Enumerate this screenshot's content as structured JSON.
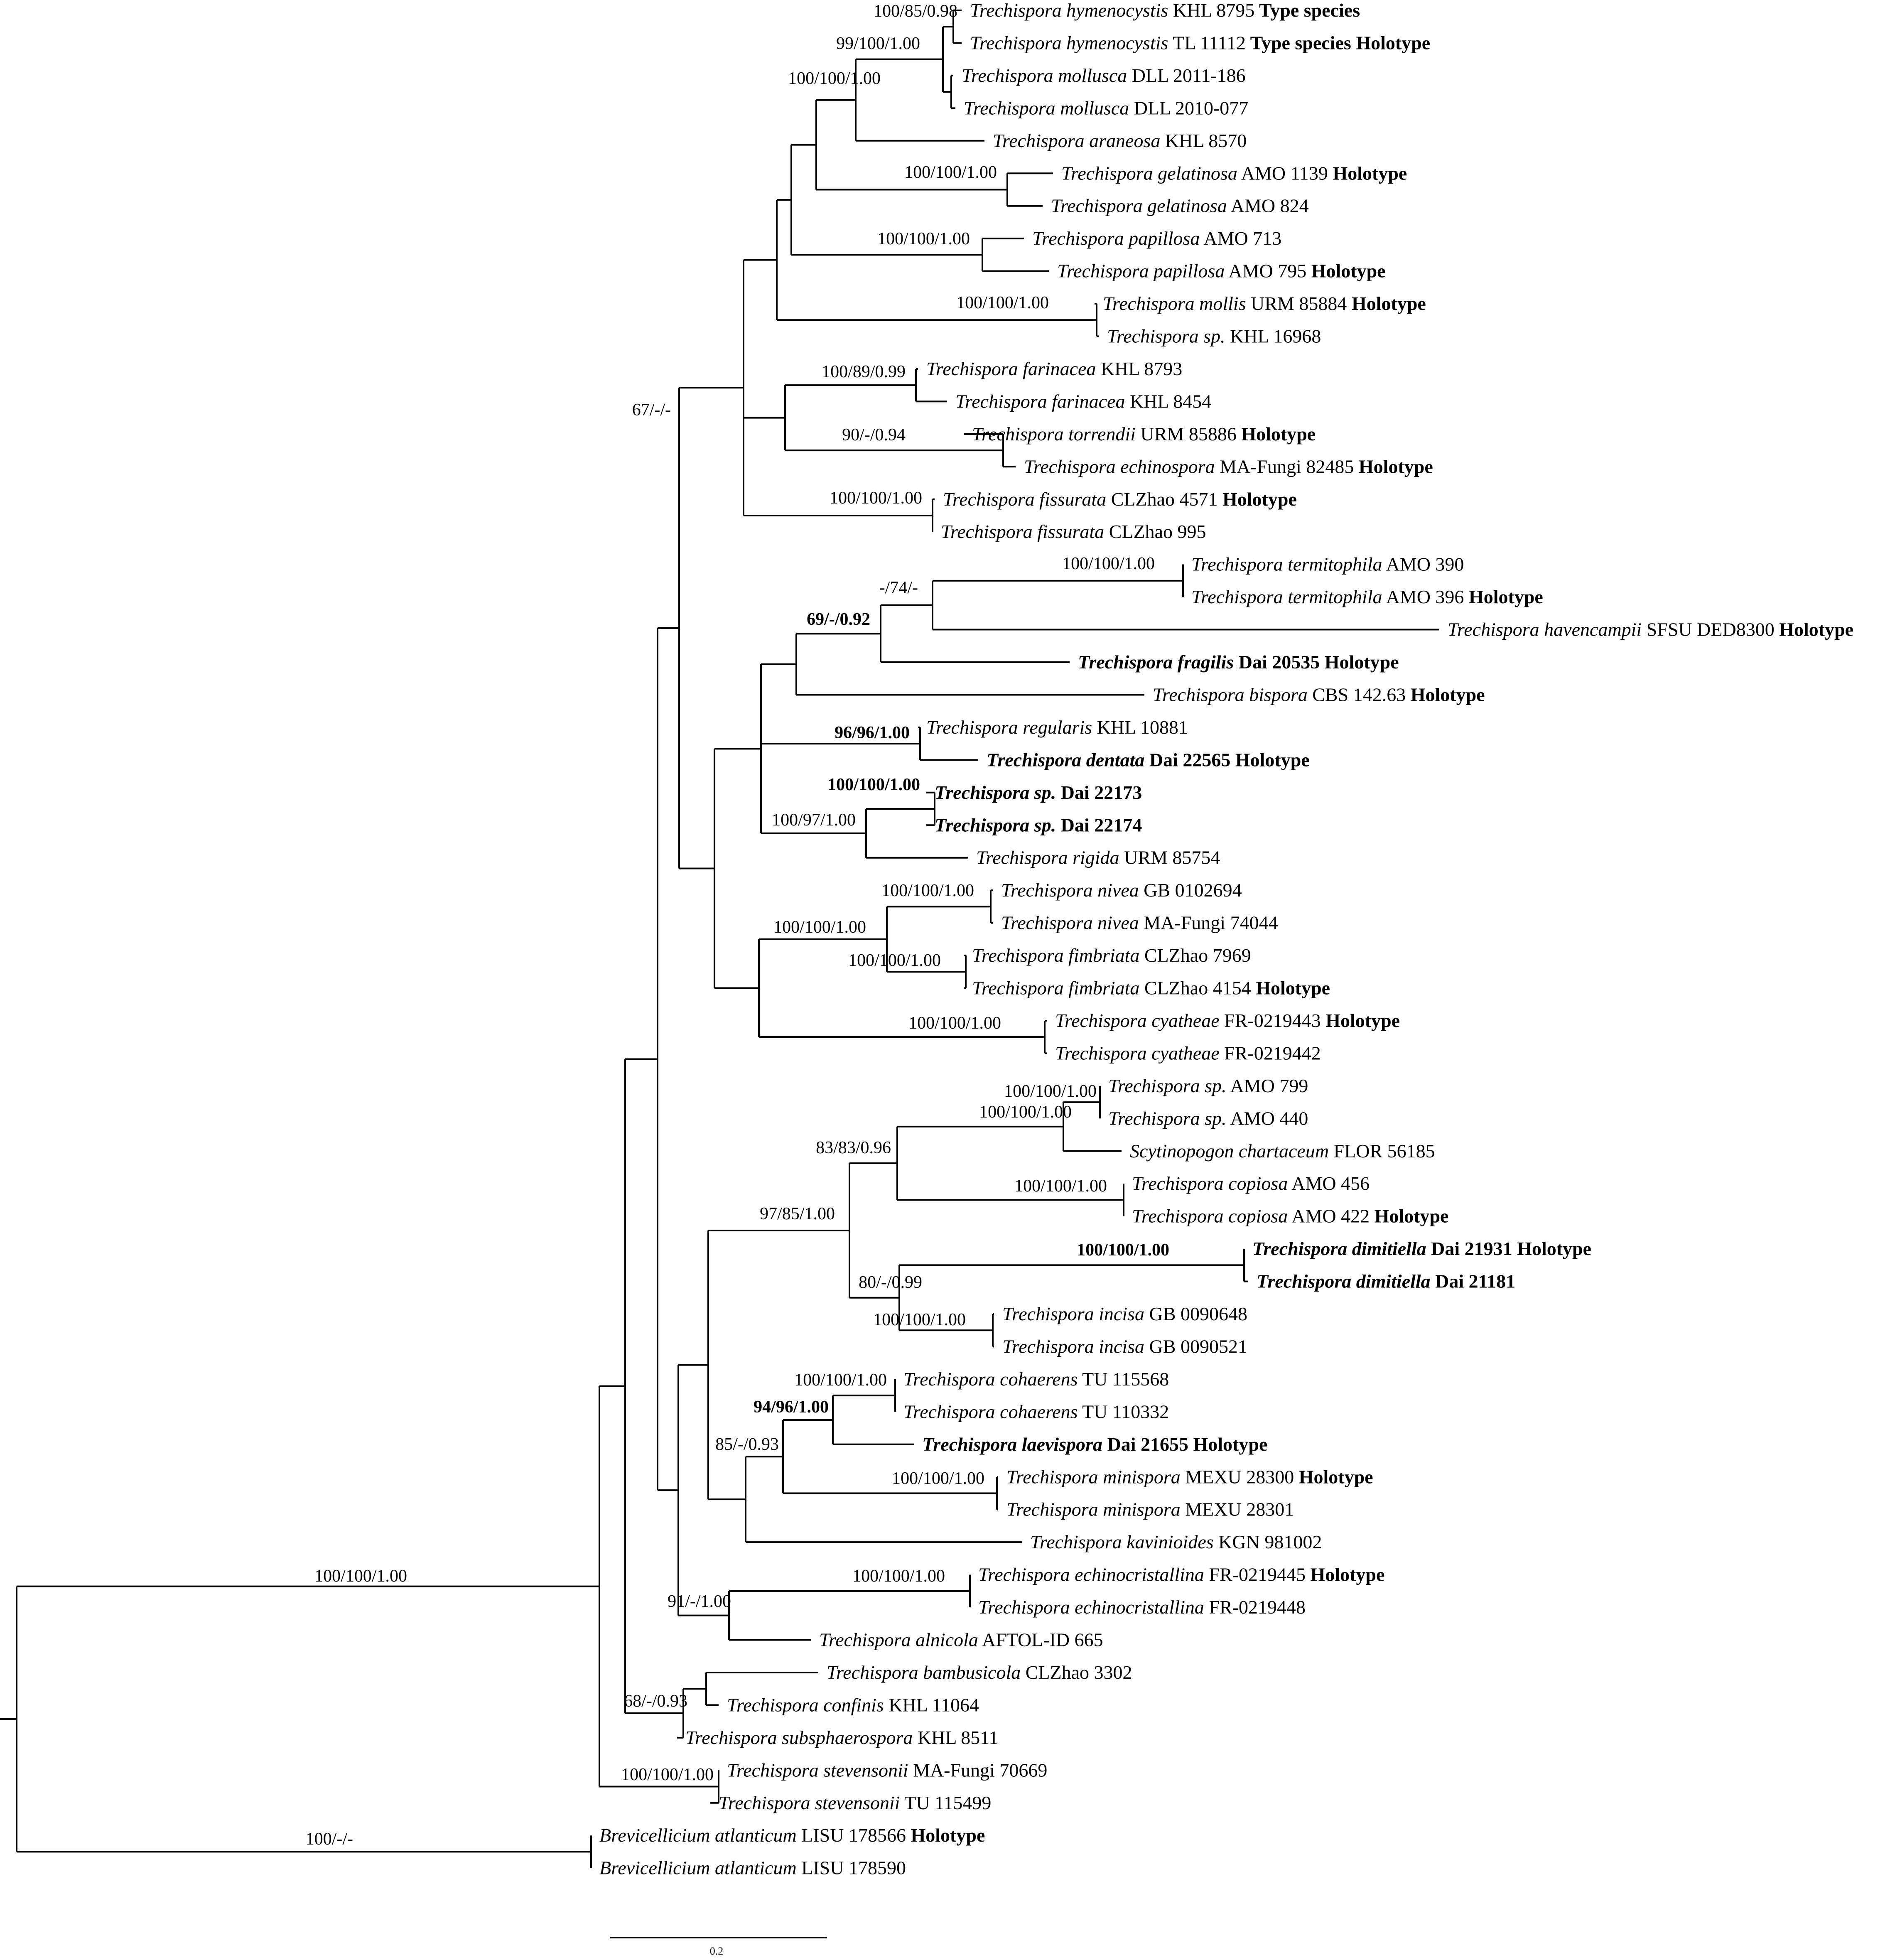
{
  "taxa": [
    {
      "genus": "Trechispora",
      "species": "hymenocystis",
      "code": "KHL 8795",
      "note": "Type species",
      "bold": false
    },
    {
      "genus": "Trechispora",
      "species": "hymenocystis",
      "code": "TL 11112",
      "note": "Type species Holotype",
      "bold": false
    },
    {
      "genus": "Trechispora",
      "species": "mollusca",
      "code": "DLL 2011-186",
      "note": "",
      "bold": false
    },
    {
      "genus": "Trechispora",
      "species": "mollusca",
      "code": "DLL 2010-077",
      "note": "",
      "bold": false
    },
    {
      "genus": "Trechispora",
      "species": "araneosa",
      "code": "KHL 8570",
      "note": "",
      "bold": false
    },
    {
      "genus": "Trechispora",
      "species": "gelatinosa",
      "code": "AMO 1139",
      "note": "Holotype",
      "bold": false
    },
    {
      "genus": "Trechispora",
      "species": "gelatinosa",
      "code": "AMO 824",
      "note": "",
      "bold": false
    },
    {
      "genus": "Trechispora",
      "species": "papillosa",
      "code": "AMO 713",
      "note": "",
      "bold": false
    },
    {
      "genus": "Trechispora",
      "species": "papillosa",
      "code": "AMO 795",
      "note": "Holotype",
      "bold": false
    },
    {
      "genus": "Trechispora",
      "species": "mollis",
      "code": "URM 85884",
      "note": "Holotype",
      "bold": false
    },
    {
      "genus": "Trechispora",
      "species": "sp.",
      "code": "KHL 16968",
      "note": "",
      "bold": false
    },
    {
      "genus": "Trechispora",
      "species": "farinacea",
      "code": "KHL 8793",
      "note": "",
      "bold": false
    },
    {
      "genus": "Trechispora",
      "species": "farinacea",
      "code": "KHL 8454",
      "note": "",
      "bold": false
    },
    {
      "genus": "Trechispora",
      "species": "torrendii",
      "code": "URM 85886",
      "note": "Holotype",
      "bold": false
    },
    {
      "genus": "Trechispora",
      "species": "echinospora",
      "code": "MA-Fungi 82485",
      "note": "Holotype",
      "bold": false
    },
    {
      "genus": "Trechispora",
      "species": "fissurata",
      "code": "CLZhao 4571",
      "note": "Holotype",
      "bold": false
    },
    {
      "genus": "Trechispora",
      "species": "fissurata",
      "code": "CLZhao 995",
      "note": "",
      "bold": false
    },
    {
      "genus": "Trechispora",
      "species": "termitophila",
      "code": "AMO 390",
      "note": "",
      "bold": false
    },
    {
      "genus": "Trechispora",
      "species": "termitophila",
      "code": "AMO 396",
      "note": "Holotype",
      "bold": false
    },
    {
      "genus": "Trechispora",
      "species": "havencampii",
      "code": "SFSU DED8300",
      "note": "Holotype",
      "bold": false
    },
    {
      "genus": "Trechispora",
      "species": "fragilis",
      "code": "Dai 20535",
      "note": "Holotype",
      "bold": true
    },
    {
      "genus": "Trechispora",
      "species": "bispora",
      "code": "CBS 142.63",
      "note": "Holotype",
      "bold": false
    },
    {
      "genus": "Trechispora",
      "species": "regularis",
      "code": "KHL 10881",
      "note": "",
      "bold": false
    },
    {
      "genus": "Trechispora",
      "species": "dentata",
      "code": "Dai 22565",
      "note": "Holotype",
      "bold": true
    },
    {
      "genus": "Trechispora",
      "species": "sp.",
      "code": "Dai 22173",
      "note": "",
      "bold": true
    },
    {
      "genus": "Trechispora",
      "species": "sp.",
      "code": "Dai 22174",
      "note": "",
      "bold": true
    },
    {
      "genus": "Trechispora",
      "species": "rigida",
      "code": "URM 85754",
      "note": "",
      "bold": false
    },
    {
      "genus": "Trechispora",
      "species": "nivea",
      "code": "GB 0102694",
      "note": "",
      "bold": false
    },
    {
      "genus": "Trechispora",
      "species": "nivea",
      "code": "MA-Fungi 74044",
      "note": "",
      "bold": false
    },
    {
      "genus": "Trechispora",
      "species": "fimbriata",
      "code": "CLZhao 7969",
      "note": "",
      "bold": false
    },
    {
      "genus": "Trechispora",
      "species": "fimbriata",
      "code": "CLZhao 4154",
      "note": "Holotype",
      "bold": false
    },
    {
      "genus": "Trechispora",
      "species": "cyatheae",
      "code": "FR-0219443",
      "note": "Holotype",
      "bold": false
    },
    {
      "genus": "Trechispora",
      "species": "cyatheae",
      "code": "FR-0219442",
      "note": "",
      "bold": false
    },
    {
      "genus": "Trechispora",
      "species": "sp.",
      "code": "AMO 799",
      "note": "",
      "bold": false
    },
    {
      "genus": "Trechispora",
      "species": "sp.",
      "code": "AMO 440",
      "note": "",
      "bold": false
    },
    {
      "genus": "Scytinopogon",
      "species": "chartaceum",
      "code": "FLOR 56185",
      "note": "",
      "bold": false
    },
    {
      "genus": "Trechispora",
      "species": "copiosa",
      "code": "AMO 456",
      "note": "",
      "bold": false
    },
    {
      "genus": "Trechispora",
      "species": "copiosa",
      "code": "AMO 422",
      "note": "Holotype",
      "bold": false
    },
    {
      "genus": "Trechispora",
      "species": "dimitiella",
      "code": "Dai 21931",
      "note": "Holotype",
      "bold": true
    },
    {
      "genus": "Trechispora",
      "species": "dimitiella",
      "code": "Dai 21181",
      "note": "",
      "bold": true
    },
    {
      "genus": "Trechispora",
      "species": "incisa",
      "code": "GB 0090648",
      "note": "",
      "bold": false
    },
    {
      "genus": "Trechispora",
      "species": "incisa",
      "code": "GB 0090521",
      "note": "",
      "bold": false
    },
    {
      "genus": "Trechispora",
      "species": "cohaerens",
      "code": "TU 115568",
      "note": "",
      "bold": false
    },
    {
      "genus": "Trechispora",
      "species": "cohaerens",
      "code": "TU 110332",
      "note": "",
      "bold": false
    },
    {
      "genus": "Trechispora",
      "species": "laevispora",
      "code": "Dai 21655",
      "note": "Holotype",
      "bold": true
    },
    {
      "genus": "Trechispora",
      "species": "minispora",
      "code": "MEXU 28300",
      "note": "Holotype",
      "bold": false
    },
    {
      "genus": "Trechispora",
      "species": "minispora",
      "code": "MEXU 28301",
      "note": "",
      "bold": false
    },
    {
      "genus": "Trechispora",
      "species": "kavinioides",
      "code": "KGN 981002",
      "note": "",
      "bold": false
    },
    {
      "genus": "Trechispora",
      "species": "echinocristallina",
      "code": "FR-0219445",
      "note": "Holotype",
      "bold": false
    },
    {
      "genus": "Trechispora",
      "species": "echinocristallina",
      "code": "FR-0219448",
      "note": "",
      "bold": false
    },
    {
      "genus": "Trechispora",
      "species": "alnicola",
      "code": "AFTOL-ID 665",
      "note": "",
      "bold": false
    },
    {
      "genus": "Trechispora",
      "species": "bambusicola",
      "code": "CLZhao 3302",
      "note": "",
      "bold": false
    },
    {
      "genus": "Trechispora",
      "species": "confinis",
      "code": "KHL 11064",
      "note": "",
      "bold": false
    },
    {
      "genus": "Trechispora",
      "species": "subsphaerospora",
      "code": "KHL 8511",
      "note": "",
      "bold": false
    },
    {
      "genus": "Trechispora",
      "species": "stevensonii",
      "code": "MA-Fungi 70669",
      "note": "",
      "bold": false
    },
    {
      "genus": "Trechispora",
      "species": "stevensonii",
      "code": "TU 115499",
      "note": "",
      "bold": false
    },
    {
      "genus": "Brevicellicium",
      "species": "atlanticum",
      "code": "LISU 178566",
      "note": "Holotype",
      "bold": false
    },
    {
      "genus": "Brevicellicium",
      "species": "atlanticum",
      "code": "LISU 178590",
      "note": "",
      "bold": false
    }
  ],
  "supports": [
    {
      "text": "100/85/0.98",
      "bold": false
    },
    {
      "text": "99/100/1.00",
      "bold": false
    },
    {
      "text": "100/100/1.00",
      "bold": false
    },
    {
      "text": "100/100/1.00",
      "bold": false
    },
    {
      "text": "100/100/1.00",
      "bold": false
    },
    {
      "text": "100/100/1.00",
      "bold": false
    },
    {
      "text": "100/89/0.99",
      "bold": false
    },
    {
      "text": "90/-/0.94",
      "bold": false
    },
    {
      "text": "100/100/1.00",
      "bold": false
    },
    {
      "text": "67/-/-",
      "bold": false
    },
    {
      "text": "100/100/1.00",
      "bold": false
    },
    {
      "text": "-/74/-",
      "bold": false
    },
    {
      "text": "69/-/0.92",
      "bold": true
    },
    {
      "text": "96/96/1.00",
      "bold": true
    },
    {
      "text": "100/100/1.00",
      "bold": true
    },
    {
      "text": "100/97/1.00",
      "bold": false
    },
    {
      "text": "100/100/1.00",
      "bold": false
    },
    {
      "text": "100/100/1.00",
      "bold": false
    },
    {
      "text": "100/100/1.00",
      "bold": false
    },
    {
      "text": "100/100/1.00",
      "bold": false
    },
    {
      "text": "100/100/1.00",
      "bold": false
    },
    {
      "text": "100/100/1.00",
      "bold": false
    },
    {
      "text": "83/83/0.96",
      "bold": false
    },
    {
      "text": "100/100/1.00",
      "bold": false
    },
    {
      "text": "97/85/1.00",
      "bold": false
    },
    {
      "text": "100/100/1.00",
      "bold": true
    },
    {
      "text": "80/-/0.99",
      "bold": false
    },
    {
      "text": "100/100/1.00",
      "bold": false
    },
    {
      "text": "100/100/1.00",
      "bold": false
    },
    {
      "text": "94/96/1.00",
      "bold": true
    },
    {
      "text": "85/-/0.93",
      "bold": false
    },
    {
      "text": "100/100/1.00",
      "bold": false
    },
    {
      "text": "100/100/1.00",
      "bold": false
    },
    {
      "text": "91/-/1.00",
      "bold": false
    },
    {
      "text": "68/-/0.93",
      "bold": false
    },
    {
      "text": "100/100/1.00",
      "bold": false
    },
    {
      "text": "100/100/1.00",
      "bold": false
    },
    {
      "text": "100/-/-",
      "bold": false
    }
  ],
  "scale_bar": {
    "label": "0.2"
  }
}
